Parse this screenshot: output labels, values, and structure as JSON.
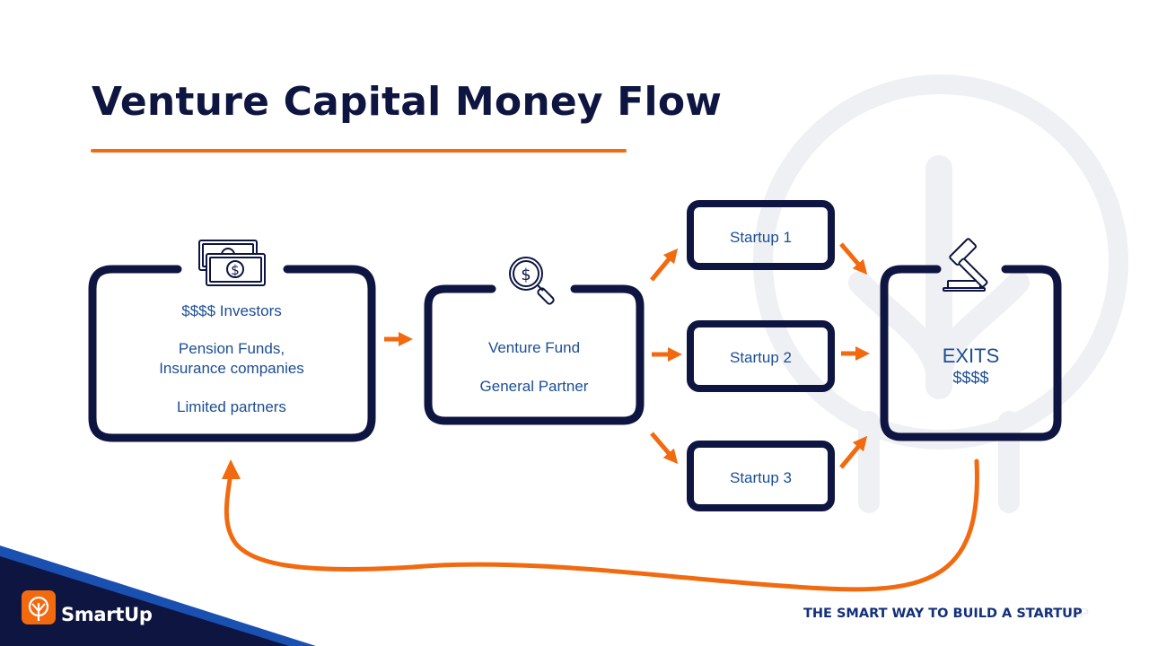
{
  "title": "Venture Capital Money Flow",
  "investors_box": {
    "line1": "$$$$ Investors",
    "line2": "Pension Funds,",
    "line3": "Insurance companies",
    "line4": "Limited partners"
  },
  "fund_box": {
    "line1": "Venture Fund",
    "line2": "General Partner"
  },
  "startups": [
    "Startup 1",
    "Startup 2",
    "Startup 3"
  ],
  "exits_box": {
    "line1": "EXITS",
    "line2": "$$$$"
  },
  "icons": {
    "investors": "money-bills-icon",
    "fund": "dollar-magnifier-icon",
    "exits": "gavel-icon"
  },
  "brand": {
    "name": "SmartUp",
    "tagline": "THE SMART WAY TO BUILD A STARTUP",
    "tagline_ghost": "STARTUP"
  },
  "colors": {
    "navy": "#0d1540",
    "orange": "#f26a10",
    "text_blue": "#1b4e94",
    "watermark": "#eef0f4"
  }
}
